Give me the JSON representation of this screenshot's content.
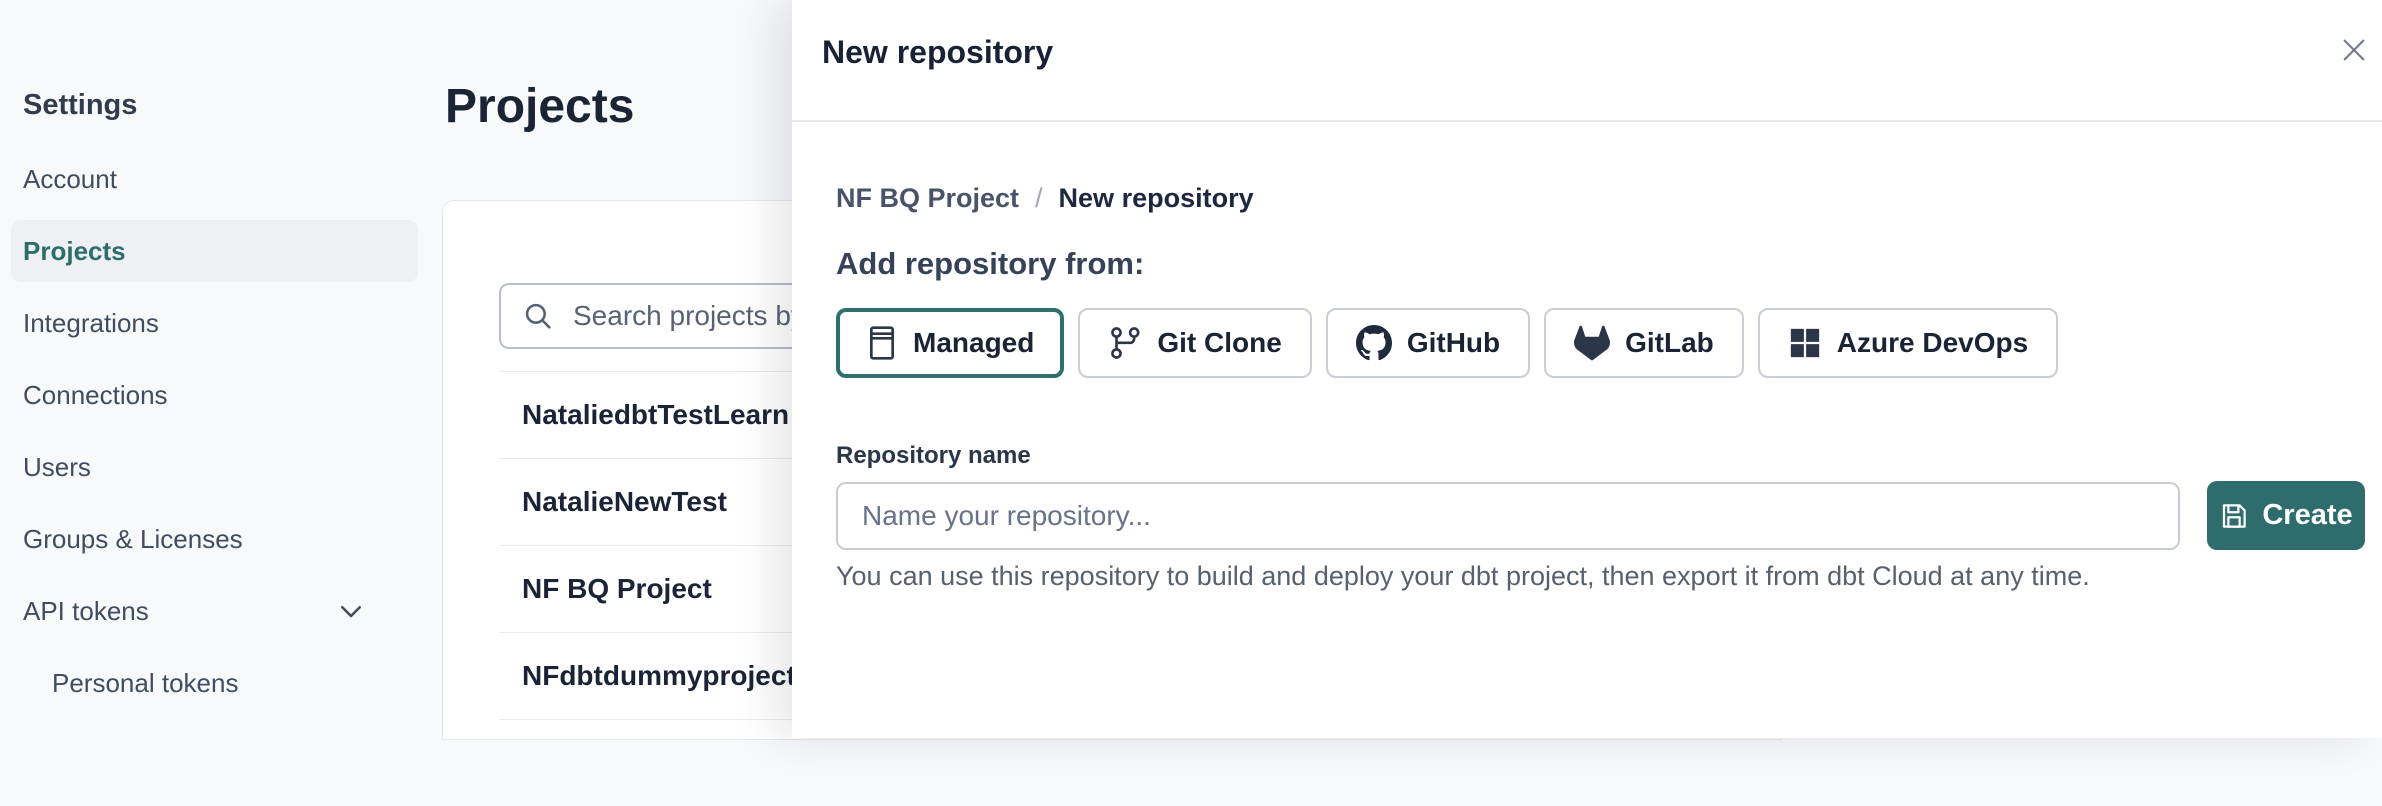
{
  "colors": {
    "accent_teal": "#2e6c6e",
    "text_dark": "#1b2435",
    "page_background": "#f8f9fb"
  },
  "sidebar": {
    "title": "Settings",
    "items": [
      {
        "label": "Account",
        "selected": false
      },
      {
        "label": "Projects",
        "selected": true
      },
      {
        "label": "Integrations",
        "selected": false
      },
      {
        "label": "Connections",
        "selected": false
      },
      {
        "label": "Users",
        "selected": false
      },
      {
        "label": "Groups & Licenses",
        "selected": false
      },
      {
        "label": "API tokens",
        "selected": false,
        "chevron": "chevron-down-icon"
      },
      {
        "label": "Personal tokens",
        "selected": false,
        "indented": true
      }
    ]
  },
  "main": {
    "title": "Projects",
    "search": {
      "placeholder": "Search projects by name",
      "value": "",
      "icon": "search-icon"
    },
    "projects": [
      {
        "name": "NataliedbtTestLearn T"
      },
      {
        "name": "NatalieNewTest"
      },
      {
        "name": "NF BQ Project"
      },
      {
        "name": "NFdbtdummyproject"
      }
    ]
  },
  "modal": {
    "title": "New repository",
    "close_icon": "close-icon",
    "breadcrumb": {
      "parent": "NF BQ Project",
      "separator": "/",
      "current": "New repository"
    },
    "section_heading": "Add repository from:",
    "source_options": [
      {
        "label": "Managed",
        "icon": "repo-icon",
        "selected": true
      },
      {
        "label": "Git Clone",
        "icon": "git-branch-icon",
        "selected": false
      },
      {
        "label": "GitHub",
        "icon": "github-icon",
        "selected": false
      },
      {
        "label": "GitLab",
        "icon": "gitlab-icon",
        "selected": false
      },
      {
        "label": "Azure DevOps",
        "icon": "azure-devops-icon",
        "selected": false
      }
    ],
    "repo_name": {
      "label": "Repository name",
      "placeholder": "Name your repository...",
      "value": ""
    },
    "create_button": {
      "label": "Create",
      "icon": "save-icon"
    },
    "helper_text": "You can use this repository to build and deploy your dbt project, then export it from dbt Cloud at any time."
  }
}
